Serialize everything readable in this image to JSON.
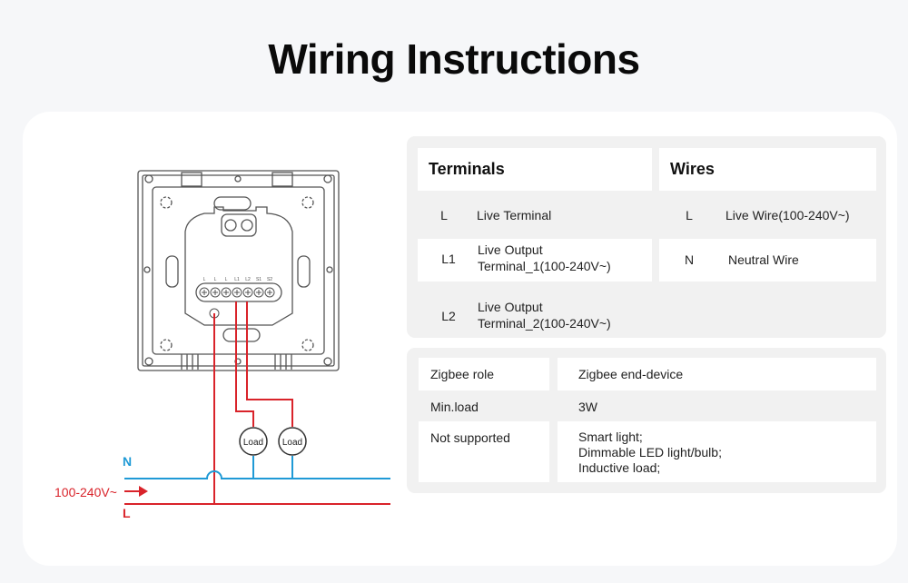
{
  "title": "Wiring Instructions",
  "colors": {
    "live": "#d9232a",
    "neutral": "#1f9ad6",
    "outline": "#555555",
    "panel_bg": "#f1f1f1",
    "page_bg": "#f6f7f9"
  },
  "diagram": {
    "terminal_labels": [
      "L",
      "L",
      "L",
      "L1",
      "L2",
      "S1",
      "S2"
    ],
    "loads": [
      "Load",
      "Load"
    ],
    "neutral_label": "N",
    "live_label": "L",
    "supply_label": "100-240V~",
    "supply_arrow_icon": "arrow-right-icon"
  },
  "terminals_table": {
    "terminals_header": "Terminals",
    "wires_header": "Wires",
    "terminals": [
      {
        "code": "L",
        "desc": "Live Terminal"
      },
      {
        "code": "L1",
        "desc": "Live Output\nTerminal_1(100-240V~)"
      },
      {
        "code": "L2",
        "desc": "Live Output\nTerminal_2(100-240V~)"
      }
    ],
    "wires": [
      {
        "code": "L",
        "desc": "Live Wire(100-240V~)"
      },
      {
        "code": "N",
        "desc": "Neutral Wire"
      }
    ]
  },
  "specs_table": {
    "rows": [
      {
        "label": "Zigbee role",
        "value": "Zigbee end-device"
      },
      {
        "label": "Min.load",
        "value": "3W"
      },
      {
        "label": "Not supported",
        "value": "Smart light;\nDimmable LED light/bulb;\nInductive load;"
      }
    ]
  }
}
